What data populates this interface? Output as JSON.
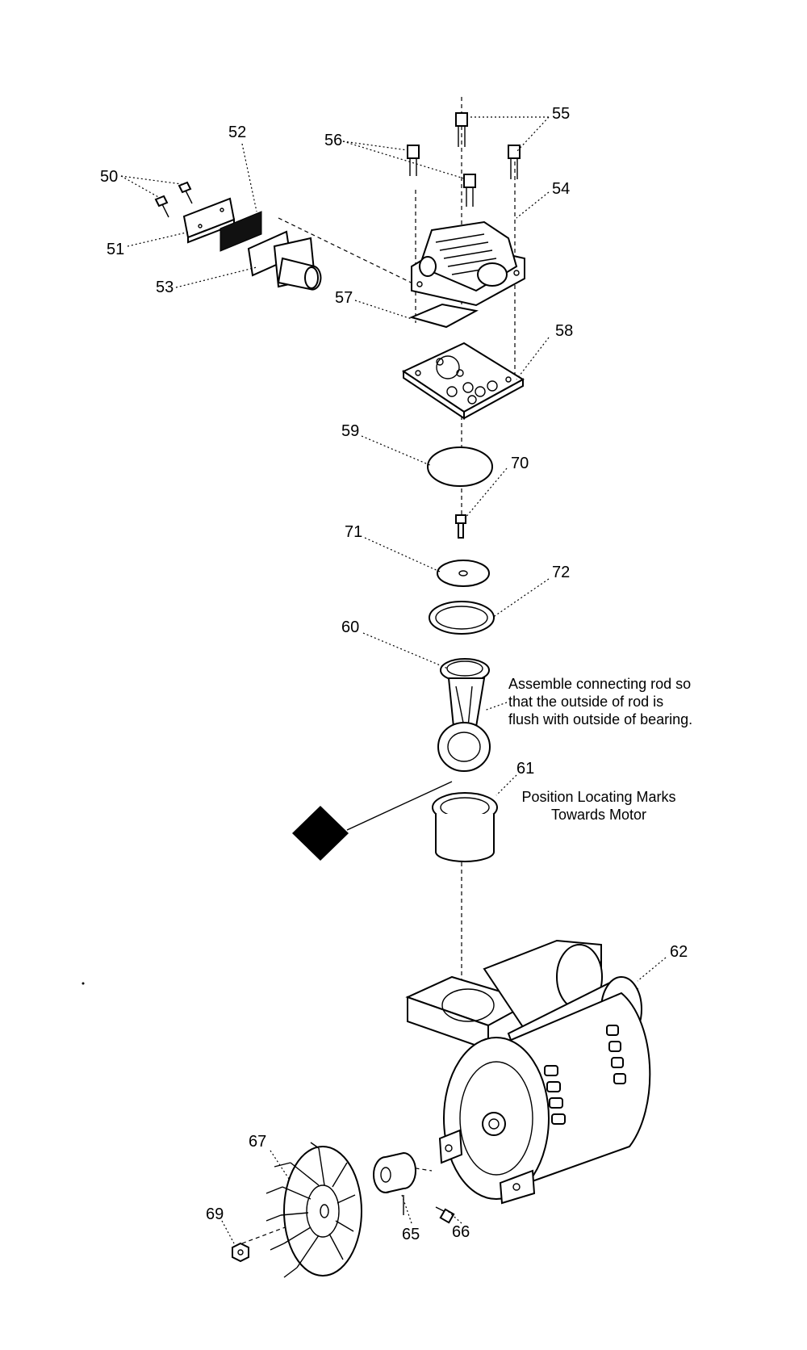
{
  "callouts": {
    "c50": "50",
    "c51": "51",
    "c52": "52",
    "c53": "53",
    "c54": "54",
    "c55": "55",
    "c56": "56",
    "c57": "57",
    "c58": "58",
    "c59": "59",
    "c60": "60",
    "c61": "61",
    "c62": "62",
    "c65": "65",
    "c66": "66",
    "c67": "67",
    "c69": "69",
    "c70": "70",
    "c71": "71",
    "c72": "72"
  },
  "notes": {
    "rod_line1": "Assemble connecting rod so",
    "rod_line2": "that the outside of rod is",
    "rod_line3": "flush with outside of bearing.",
    "marks_line1": "Position Locating Marks",
    "marks_line2": "Towards Motor"
  },
  "colors": {
    "ink": "#000000",
    "paper": "#ffffff"
  }
}
